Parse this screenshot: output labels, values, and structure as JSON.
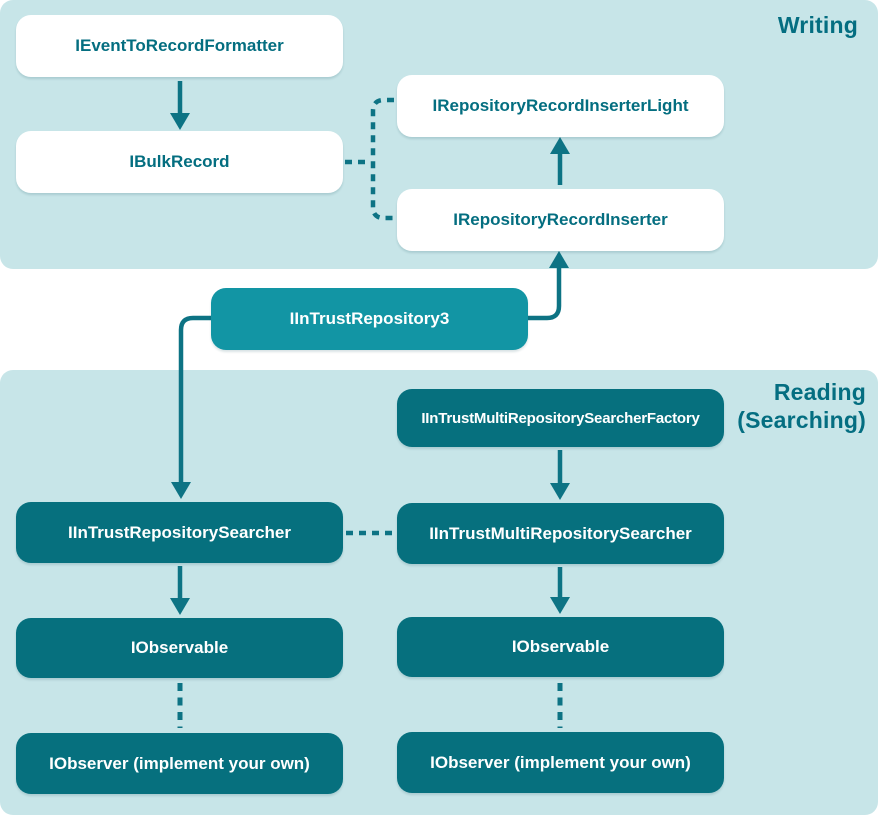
{
  "diagram": {
    "sections": {
      "writing": {
        "title": "Writing"
      },
      "reading": {
        "title_line1": "Reading",
        "title_line2": "(Searching)"
      }
    },
    "nodes": {
      "formatter": {
        "label": "IEventToRecordFormatter"
      },
      "bulkrecord": {
        "label": "IBulkRecord"
      },
      "inserterlight": {
        "label": "IRepositoryRecordInserterLight"
      },
      "inserter": {
        "label": "IRepositoryRecordInserter"
      },
      "repository3": {
        "label": "IInTrustRepository3"
      },
      "factory": {
        "label": "IInTrustMultiRepositorySearcherFactory"
      },
      "searcher": {
        "label": "IInTrustRepositorySearcher"
      },
      "multisearcher": {
        "label": "IInTrustMultiRepositorySearcher"
      },
      "observable_left": {
        "label": "IObservable"
      },
      "observable_right": {
        "label": "IObservable"
      },
      "observer_left": {
        "label": "IObserver (implement your own)"
      },
      "observer_right": {
        "label": "IObserver (implement your own)"
      }
    },
    "edges": [
      {
        "from": "formatter",
        "to": "bulkrecord",
        "style": "solid-arrow"
      },
      {
        "from": "bulkrecord",
        "to": "inserterlight+inserter",
        "style": "dashed-bracket"
      },
      {
        "from": "inserter",
        "to": "inserterlight",
        "style": "solid-arrow"
      },
      {
        "from": "repository3",
        "to": "inserter",
        "style": "solid-arrow"
      },
      {
        "from": "repository3",
        "to": "searcher",
        "style": "solid-arrow"
      },
      {
        "from": "factory",
        "to": "multisearcher",
        "style": "solid-arrow"
      },
      {
        "from": "searcher",
        "to": "multisearcher",
        "style": "dashed-line"
      },
      {
        "from": "searcher",
        "to": "observable_left",
        "style": "solid-arrow"
      },
      {
        "from": "multisearcher",
        "to": "observable_right",
        "style": "solid-arrow"
      },
      {
        "from": "observable_left",
        "to": "observer_left",
        "style": "dashed-line"
      },
      {
        "from": "observable_right",
        "to": "observer_right",
        "style": "dashed-line"
      }
    ],
    "colors": {
      "panel_bg": "#c7e5e8",
      "node_white_bg": "#ffffff",
      "node_medium_bg": "#1295a4",
      "node_dark_bg": "#06707e",
      "connector": "#0d7384",
      "text_dark_teal": "#046e80",
      "text_white": "#ffffff"
    }
  }
}
